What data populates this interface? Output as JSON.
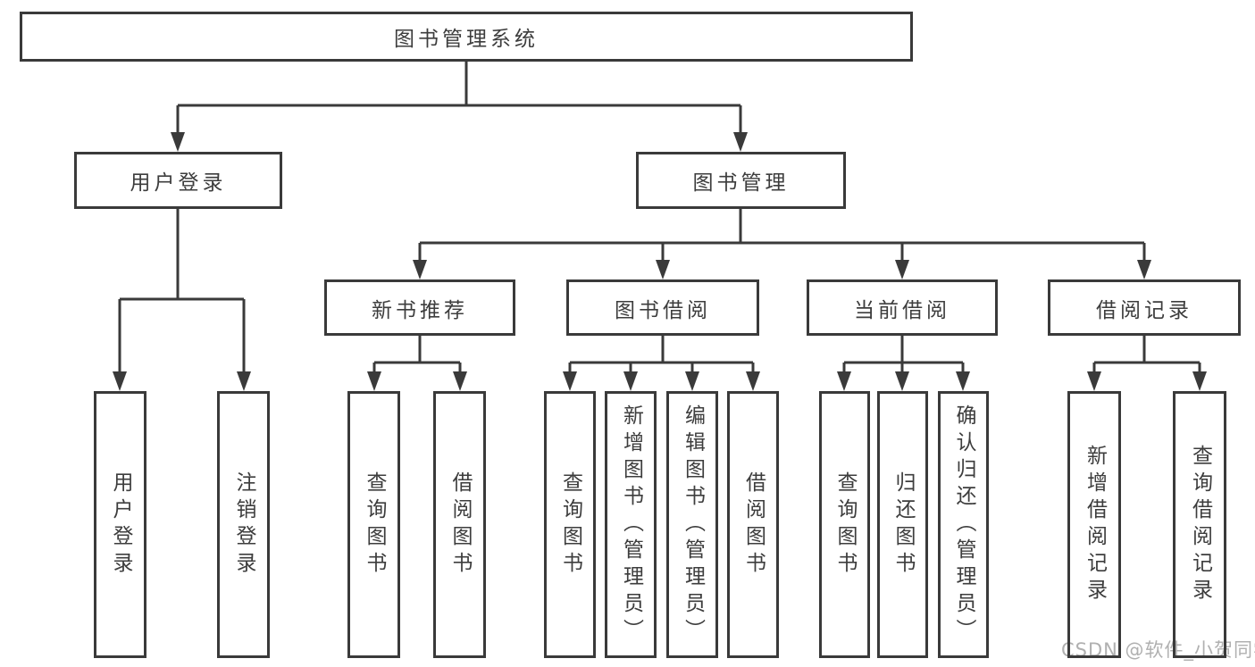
{
  "diagram": {
    "type": "tree",
    "tree": {
      "root": {
        "label": "图书管理系统",
        "children": [
          {
            "label": "用户登录",
            "children": [
              {
                "label": "用户登录"
              },
              {
                "label": "注销登录"
              }
            ]
          },
          {
            "label": "图书管理",
            "children": [
              {
                "label": "新书推荐",
                "children": [
                  {
                    "label": "查询图书"
                  },
                  {
                    "label": "借阅图书"
                  }
                ]
              },
              {
                "label": "图书借阅",
                "children": [
                  {
                    "label": "查询图书"
                  },
                  {
                    "label": "新增图书（管理员）"
                  },
                  {
                    "label": "编辑图书（管理员）"
                  },
                  {
                    "label": "借阅图书"
                  }
                ]
              },
              {
                "label": "当前借阅",
                "children": [
                  {
                    "label": "查询图书"
                  },
                  {
                    "label": "归还图书"
                  },
                  {
                    "label": "确认归还（管理员）"
                  }
                ]
              },
              {
                "label": "借阅记录",
                "children": [
                  {
                    "label": "新增借阅记录"
                  },
                  {
                    "label": "查询借阅记录"
                  }
                ]
              }
            ]
          }
        ]
      }
    },
    "colors": {
      "line": "#3a3a3a",
      "box_border": "#3a3a3a",
      "box_fill": "#ffffff",
      "text": "#3d3d3d",
      "watermark": "#b0b0b0",
      "background": "#ffffff"
    }
  },
  "watermark": {
    "text": "CSDN @软件_小贺同学"
  }
}
